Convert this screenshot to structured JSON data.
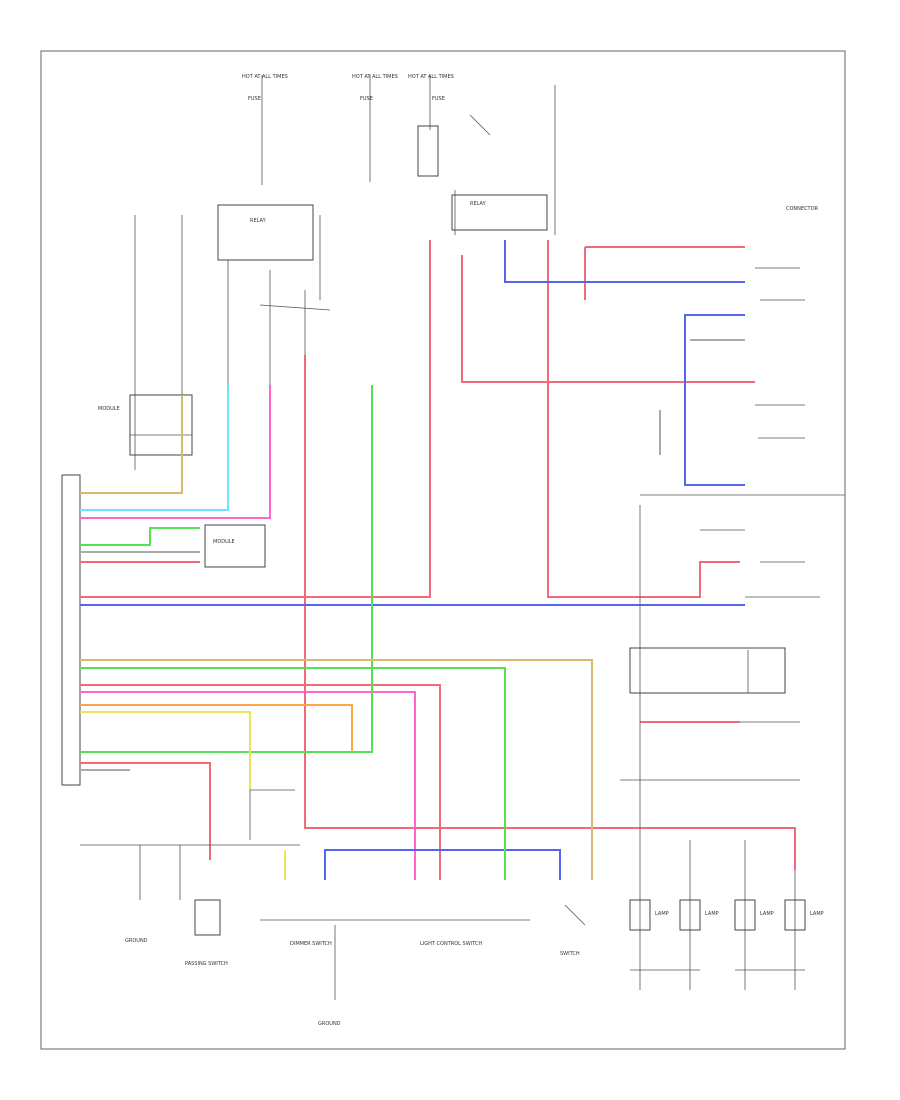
{
  "diagram": {
    "frame_tag": "",
    "labels": {
      "hot_at_all_times_1": "HOT AT ALL TIMES",
      "hot_at_all_times_2": "HOT AT ALL TIMES",
      "hot_at_all_times_3": "HOT AT ALL TIMES",
      "fuse_left": "FUSE",
      "fuse_mid": "FUSE",
      "fuse_right": "FUSE",
      "module_left": "MODULE",
      "module_mid": "MODULE",
      "relay_left": "RELAY",
      "relay_right": "RELAY",
      "switch_bottom": "SWITCH",
      "light_control_switch": "LIGHT CONTROL SWITCH",
      "dimmer_switch": "DIMMER SWITCH",
      "passing_switch": "PASSING SWITCH",
      "ground_left": "GROUND",
      "ground_center": "GROUND",
      "right_connector": "CONNECTOR",
      "lamp_1": "LAMP",
      "lamp_2": "LAMP",
      "lamp_3": "LAMP",
      "lamp_4": "LAMP"
    },
    "wire_colors": {
      "red": "#f06a7a",
      "pink": "#ff66cc",
      "blue": "#5566ee",
      "green": "#55e055",
      "cyan": "#66e6ff",
      "yellow": "#e6e65a",
      "orange": "#ffa64d",
      "tan": "#d9b870",
      "gray": "#999999"
    }
  }
}
